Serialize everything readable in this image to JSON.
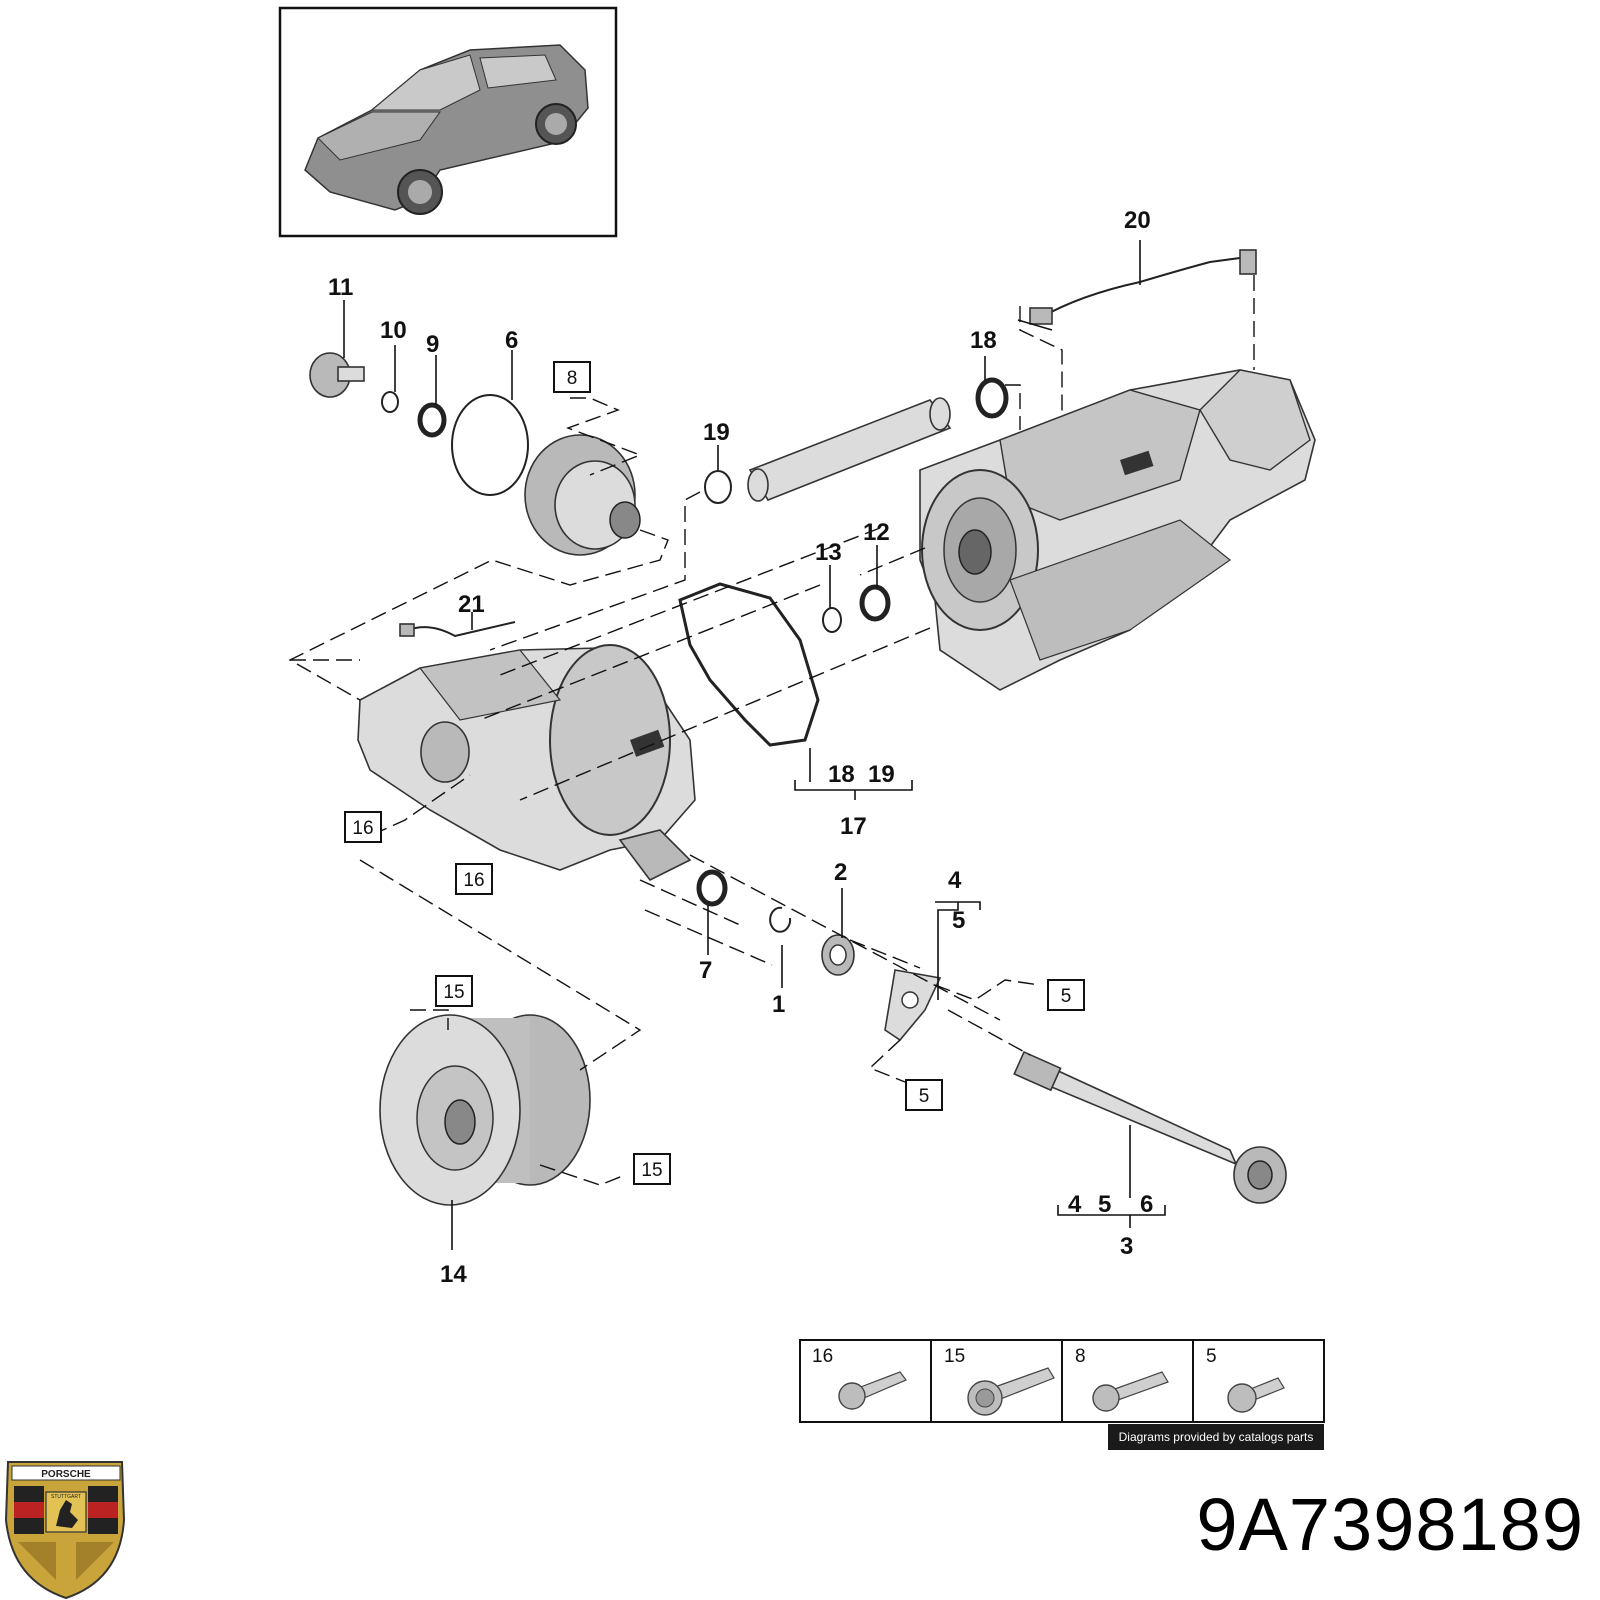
{
  "callouts": {
    "c1": "1",
    "c2": "2",
    "c3": "3",
    "c4": "4",
    "c4b": "4",
    "c5": "5",
    "c5b": "5",
    "c6": "6",
    "c6b": "6",
    "c7": "7",
    "c9": "9",
    "c10": "10",
    "c11": "11",
    "c12": "12",
    "c13": "13",
    "c14": "14",
    "c17": "17",
    "c18": "18",
    "c18b": "18",
    "c19": "19",
    "c19b": "19",
    "c20": "20",
    "c21": "21"
  },
  "boxed_callouts": {
    "b8": "8",
    "b16a": "16",
    "b16b": "16",
    "b15a": "15",
    "b15b": "15",
    "b5a": "5",
    "b5b": "5"
  },
  "fastener_table": {
    "cells": [
      {
        "label": "16",
        "icon": "bolt-icon"
      },
      {
        "label": "15",
        "icon": "flange-bolt-icon"
      },
      {
        "label": "8",
        "icon": "bolt-icon"
      },
      {
        "label": "5",
        "icon": "short-bolt-icon"
      }
    ]
  },
  "credit": "Diagrams provided by catalogs parts",
  "part_number": "9A7398189",
  "logo": {
    "text": "PORSCHE",
    "subtext": "STUTTGART",
    "icon": "porsche-crest-icon"
  }
}
